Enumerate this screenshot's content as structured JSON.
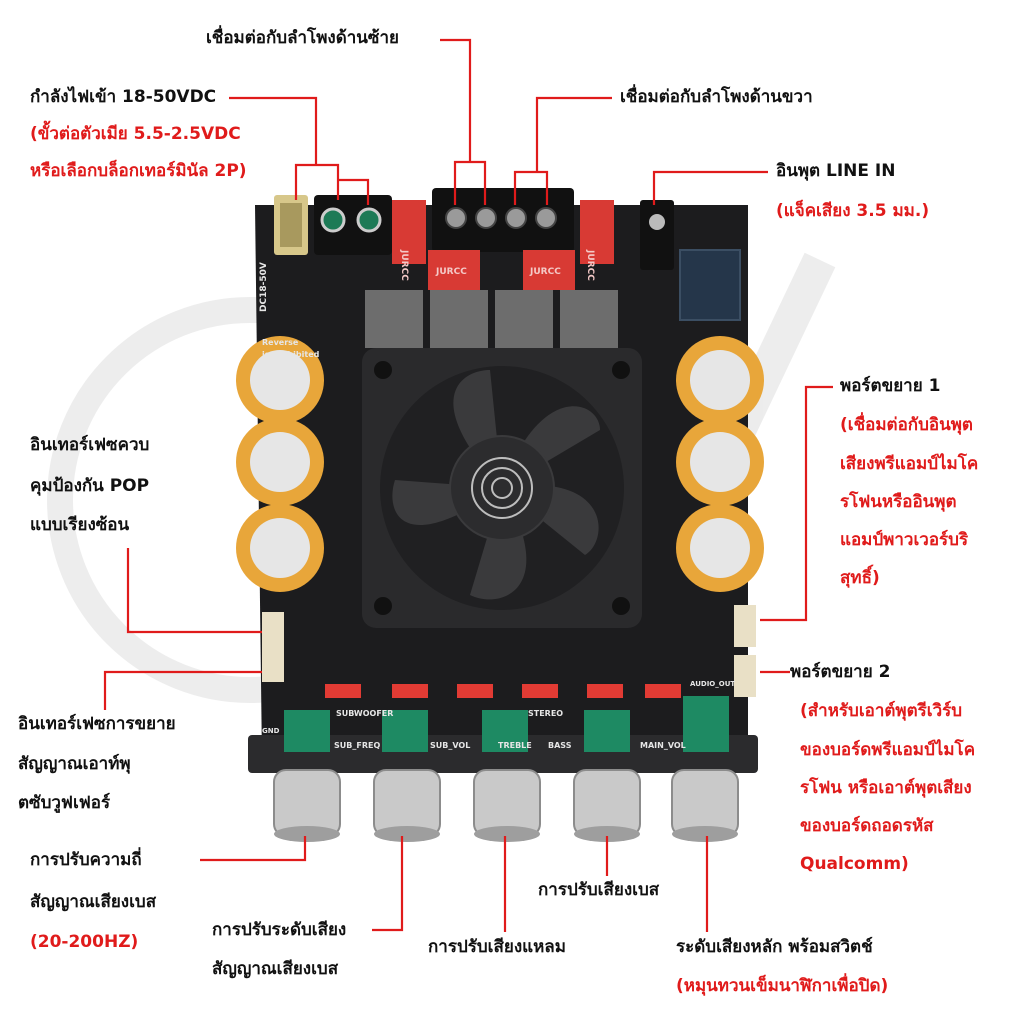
{
  "colors": {
    "label_text": "#111111",
    "note_text": "#e01b1b",
    "leader_line": "#e01b1b",
    "board": "#1c1c1e",
    "fan": "#2a2a2c",
    "capacitor": "#e8a63a",
    "terminal_block": "#111111",
    "relay_red": "#e23b34",
    "knob": "#c9c9c9",
    "pot_green": "#1e8a63"
  },
  "board": {
    "silkscreen": {
      "dc": "DC18-50V",
      "jurcc": "JURCC",
      "subwoofer": "SUBWOOFER",
      "stereo": "STEREO",
      "sub_freq": "SUB_FREQ",
      "sub_vol": "SUB_VOL",
      "treble": "TREBLE",
      "bass": "BASS",
      "main_vol": "MAIN_VOL",
      "audio_out": "AUDIO_OUT",
      "gnd": "GND",
      "reverse": "Reverse",
      "prohibited": "is prohibited"
    }
  },
  "labels": {
    "speaker_left": "เชื่อมต่อกับลำโพงด้านซ้าย",
    "speaker_right": "เชื่อมต่อกับลำโพงด้านขวา",
    "power_input": "กำลังไฟเข้า 18-50VDC",
    "power_note_1": "(ขั้วต่อตัวเมีย 5.5-2.5VDC",
    "power_note_2": "หรือเลือกบล็อกเทอร์มินัล 2P)",
    "line_in": "อินพุต LINE IN",
    "line_in_note": "(แจ็คเสียง 3.5 มม.)",
    "expansion_1": "พอร์ตขยาย 1",
    "expansion_1_note_1": "(เชื่อมต่อกับอินพุต",
    "expansion_1_note_2": "เสียงพรีแอมป์ไมโค",
    "expansion_1_note_3": "รโฟนหรืออินพุต",
    "expansion_1_note_4": "แอมป์พาวเวอร์บริ",
    "expansion_1_note_5": "สุทธิ์)",
    "pop_interface_1": "อินเทอร์เฟซควบ",
    "pop_interface_2": "คุมป้องกัน POP",
    "pop_interface_3": "แบบเรียงซ้อน",
    "sub_interface_1": "อินเทอร์เฟซการขยาย",
    "sub_interface_2": "สัญญาณเอาท์พุ",
    "sub_interface_3": "ตซับวูฟเฟอร์",
    "expansion_2": "พอร์ตขยาย 2",
    "expansion_2_note_1": "(สำหรับเอาต์พุตรีเวิร์บ",
    "expansion_2_note_2": "ของบอร์ดพรีแอมป์ไมโค",
    "expansion_2_note_3": "รโฟน หรือเอาต์พุตเสียง",
    "expansion_2_note_4": "ของบอร์ดถอดรหัส",
    "expansion_2_note_5": "Qualcomm)",
    "sub_freq_1": "การปรับความถี่",
    "sub_freq_2": "สัญญาณเสียงเบส",
    "sub_freq_note": "(20-200HZ)",
    "sub_vol_1": "การปรับระดับเสียง",
    "sub_vol_2": "สัญญาณเสียงเบส",
    "treble": "การปรับเสียงแหลม",
    "bass": "การปรับเสียงเบส",
    "main_vol": "ระดับเสียงหลัก พร้อมสวิตช์",
    "main_vol_note": "(หมุนทวนเข็มนาฬิกาเพื่อปิด)"
  }
}
